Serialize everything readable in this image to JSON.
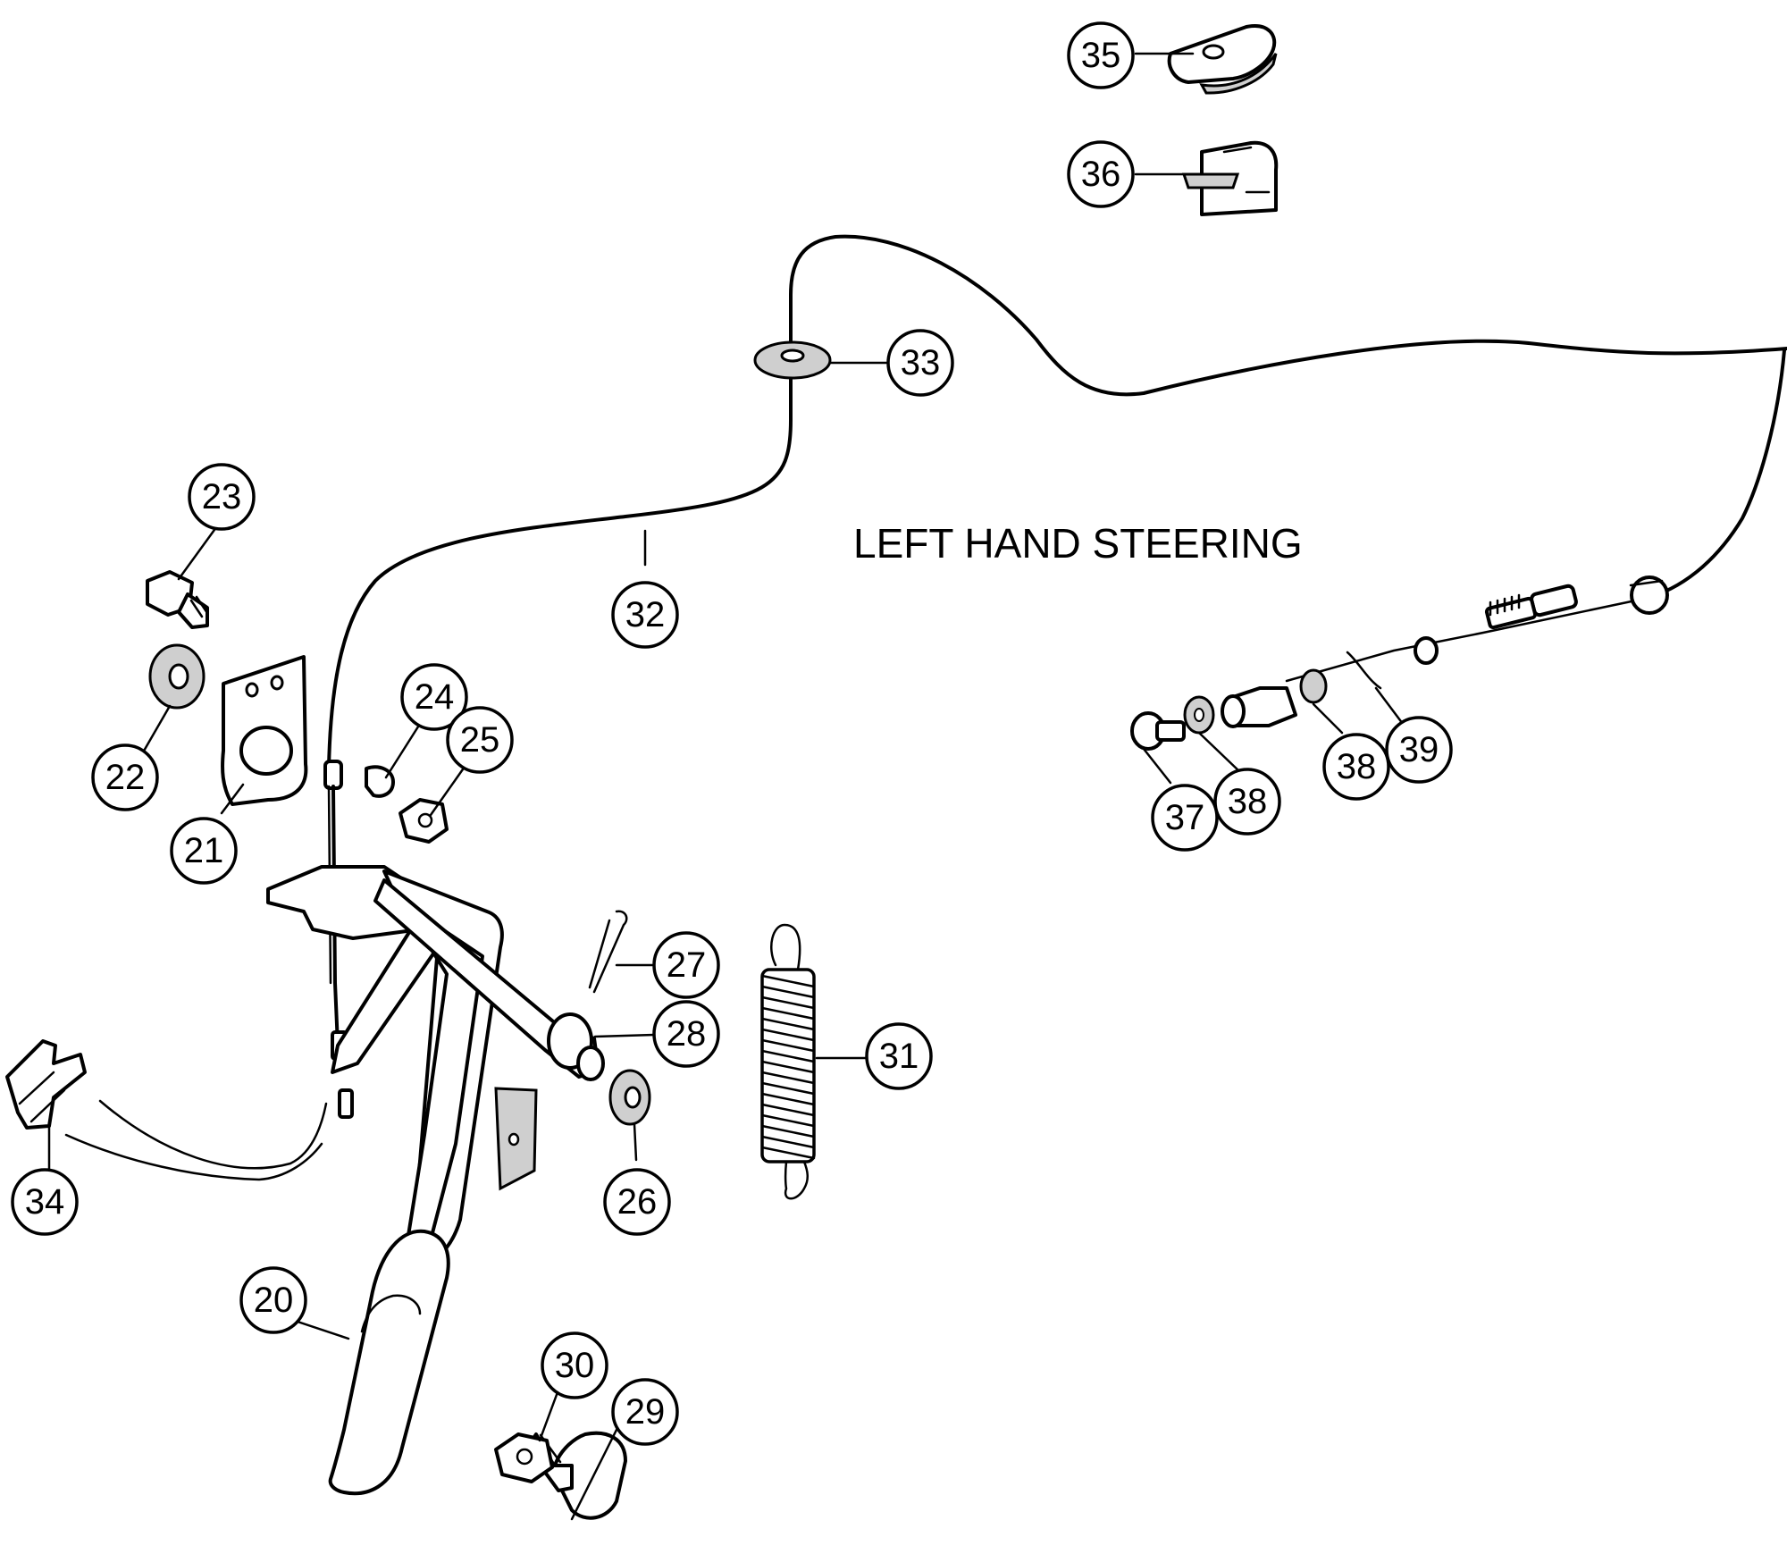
{
  "diagram": {
    "title": "LEFT HAND STEERING",
    "callouts": [
      "20",
      "21",
      "22",
      "23",
      "24",
      "25",
      "26",
      "27",
      "28",
      "29",
      "30",
      "31",
      "32",
      "33",
      "34",
      "35",
      "36",
      "37",
      "38",
      "38",
      "39"
    ]
  }
}
